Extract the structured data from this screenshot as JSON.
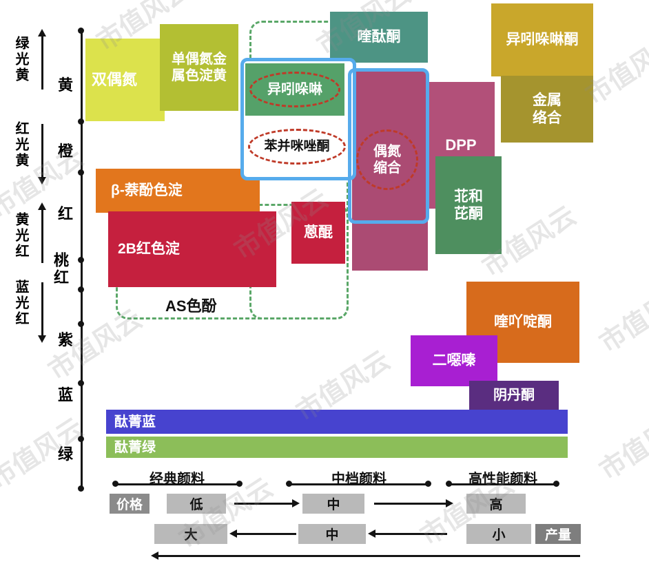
{
  "watermark": {
    "text": "市值风云"
  },
  "axis": {
    "spectral_labels": [
      {
        "text": "绿光黄",
        "direction": "up"
      },
      {
        "text": "红光黄",
        "direction": "down"
      },
      {
        "text": "黄光红",
        "direction": "up"
      },
      {
        "text": "蓝光红",
        "direction": "down"
      }
    ],
    "color_labels": [
      "黄",
      "橙",
      "红",
      "桃红",
      "紫",
      "蓝",
      "绿"
    ]
  },
  "pigments": {
    "disazo": {
      "label": "双偶氮",
      "color": "#dce24c"
    },
    "monoazo_metal_lake_yellow": {
      "label": "单偶氮金属色淀黄",
      "color": "#b3bf33"
    },
    "quinophthalone": {
      "label": "喹酞酮",
      "color": "#4d9484"
    },
    "isoindolinone": {
      "label": "异吲哚啉酮",
      "color": "#c9a72b"
    },
    "metal_complex": {
      "label": "金属络合",
      "color": "#a5942e"
    },
    "isoindoline": {
      "label": "异吲哚啉",
      "color": "#55a169"
    },
    "benzimidazolone": {
      "label": "苯并咪唑酮"
    },
    "azo_condensation": {
      "label": "偶氮缩合",
      "color": "#ab4b73"
    },
    "dpp": {
      "label": "DPP",
      "color": "#b25079"
    },
    "perylene_perinone": {
      "label": "苝和芘酮",
      "color": "#4e8f5f"
    },
    "beta_naphthol_lake": {
      "label": "β-萘酚色淀",
      "color": "#e2761d"
    },
    "anthraquinone": {
      "label": "蒽醌",
      "color": "#c5203e"
    },
    "lake_red_2b": {
      "label": "2B红色淀",
      "color": "#c5203e"
    },
    "as_naphthol": {
      "label": "AS色酚"
    },
    "quinacridone": {
      "label": "喹吖啶酮",
      "color": "#d76b1c"
    },
    "dioxazine": {
      "label": "二噁嗪",
      "color": "#a81fd2"
    },
    "indanthrone": {
      "label": "阴丹酮",
      "color": "#5a2d80"
    },
    "phthalo_blue": {
      "label": "酞菁蓝",
      "color": "#4743cf"
    },
    "phthalo_green": {
      "label": "酞菁绿",
      "color": "#8cbe59"
    }
  },
  "bottom": {
    "categories": [
      "经典颜料",
      "中档颜料",
      "高性能颜料"
    ],
    "price": {
      "label": "价格",
      "levels": [
        "低",
        "中",
        "高"
      ]
    },
    "output": {
      "label": "产量",
      "levels": [
        "大",
        "中",
        "小"
      ]
    }
  },
  "accent_colors": {
    "highlight_box_blue": "#56abec",
    "dashed_circle_red": "#bf3a28",
    "dashed_group_green": "#5aa768"
  }
}
